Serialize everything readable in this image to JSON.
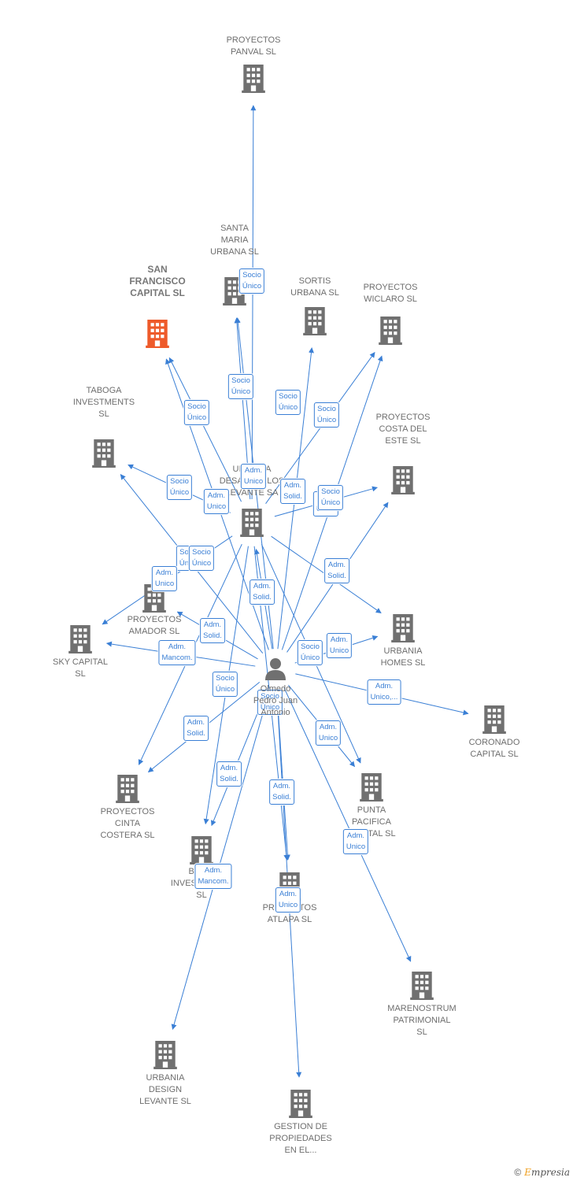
{
  "person": {
    "name": "Olmedo Pedro Juan Antonio",
    "label_lines": [
      "Olmedo",
      "Pedro Juan",
      "Antonio"
    ]
  },
  "nodes": [
    {
      "id": "panval",
      "lines": [
        "PROYECTOS",
        "PANVAL  SL"
      ],
      "color": "#707070"
    },
    {
      "id": "santa_maria",
      "lines": [
        "SANTA",
        "MARIA",
        "URBANA SL"
      ],
      "color": "#707070"
    },
    {
      "id": "san_francisco",
      "lines": [
        "SAN",
        "FRANCISCO",
        "CAPITAL  SL"
      ],
      "color": "#ee5a2a",
      "highlight": true
    },
    {
      "id": "sortis",
      "lines": [
        "SORTIS",
        "URBANA  SL"
      ],
      "color": "#707070"
    },
    {
      "id": "wiclaro",
      "lines": [
        "PROYECTOS",
        "WICLARO  SL"
      ],
      "color": "#707070"
    },
    {
      "id": "taboga",
      "lines": [
        "TABOGA",
        "INVESTMENTS",
        "SL"
      ],
      "color": "#707070"
    },
    {
      "id": "costa_este",
      "lines": [
        "PROYECTOS",
        "COSTA DEL",
        "ESTE  SL"
      ],
      "color": "#707070"
    },
    {
      "id": "desarrollos",
      "lines": [
        "URBANIA",
        "DESARROLLOS",
        "LEVANTE SA"
      ],
      "color": "#707070"
    },
    {
      "id": "amador",
      "lines": [
        "PROYECTOS",
        "AMADOR  SL"
      ],
      "color": "#707070"
    },
    {
      "id": "sky",
      "lines": [
        "SKY CAPITAL",
        "SL"
      ],
      "color": "#707070"
    },
    {
      "id": "urbania_homes",
      "lines": [
        "URBANIA",
        "HOMES  SL"
      ],
      "color": "#707070"
    },
    {
      "id": "coronado",
      "lines": [
        "CORONADO",
        "CAPITAL  SL"
      ],
      "color": "#707070"
    },
    {
      "id": "cinta_costera",
      "lines": [
        "PROYECTOS",
        "CINTA",
        "COSTERA  SL"
      ],
      "color": "#707070"
    },
    {
      "id": "punta_pacifica",
      "lines": [
        "PUNTA",
        "PACIFICA",
        "CAPITAL  SL"
      ],
      "color": "#707070"
    },
    {
      "id": "investments",
      "lines": [
        "BAHIA",
        "INVESTMENTS",
        "SL"
      ],
      "color": "#707070"
    },
    {
      "id": "atlapa",
      "lines": [
        "PROYECTOS",
        "ATLAPA  SL"
      ],
      "color": "#707070"
    },
    {
      "id": "marenostrum",
      "lines": [
        "MARENOSTRUM",
        "PATRIMONIAL",
        "SL"
      ],
      "color": "#707070"
    },
    {
      "id": "urbania_design",
      "lines": [
        "URBANIA",
        "DESIGN",
        "LEVANTE  SL"
      ],
      "color": "#707070"
    },
    {
      "id": "gestion",
      "lines": [
        "GESTION DE",
        "PROPIEDADES",
        "EN EL..."
      ],
      "color": "#707070"
    }
  ],
  "edge_labels": [
    {
      "lines": [
        "Socio",
        "Único"
      ]
    },
    {
      "lines": [
        "Socio",
        "Único"
      ]
    },
    {
      "lines": [
        "Socio",
        "Único"
      ]
    },
    {
      "lines": [
        "Socio",
        "Único"
      ]
    },
    {
      "lines": [
        "Socio",
        "Único"
      ]
    },
    {
      "lines": [
        "Socio",
        "Único"
      ]
    },
    {
      "lines": [
        "Adm.",
        "Unico"
      ]
    },
    {
      "lines": [
        "Adm.",
        "Unico"
      ]
    },
    {
      "lines": [
        "Adm.",
        "Solid."
      ]
    },
    {
      "lines": [
        "Adm.",
        "Unico"
      ]
    },
    {
      "lines": [
        "Socio",
        "Único"
      ]
    },
    {
      "lines": [
        "Adm.",
        "Solid."
      ]
    },
    {
      "lines": [
        "Socio",
        "Único"
      ]
    },
    {
      "lines": [
        "Socio",
        "Único"
      ]
    },
    {
      "lines": [
        "Adm.",
        "Unico"
      ]
    },
    {
      "lines": [
        "Adm.",
        "Solid."
      ]
    },
    {
      "lines": [
        "Adm.",
        "Solid."
      ]
    },
    {
      "lines": [
        "Adm.",
        "Mancom."
      ]
    },
    {
      "lines": [
        "Adm.",
        "Unico"
      ]
    },
    {
      "lines": [
        "Socio",
        "Único"
      ]
    },
    {
      "lines": [
        "Adm.",
        "Unico,..."
      ]
    },
    {
      "lines": [
        "Socio",
        "Único"
      ]
    },
    {
      "lines": [
        "Socio",
        "Único"
      ]
    },
    {
      "lines": [
        "Adm.",
        "Solid."
      ]
    },
    {
      "lines": [
        "Adm.",
        "Unico"
      ]
    },
    {
      "lines": [
        "Adm.",
        "Solid."
      ]
    },
    {
      "lines": [
        "Adm.",
        "Solid."
      ]
    },
    {
      "lines": [
        "Adm.",
        "Unico"
      ]
    },
    {
      "lines": [
        "Adm.",
        "Mancom."
      ]
    },
    {
      "lines": [
        "Adm.",
        "Unico"
      ]
    }
  ],
  "footer": {
    "copyright": "©",
    "brand_first": "E",
    "brand_rest": "mpresia"
  },
  "colors": {
    "edge": "#3a7fd5",
    "node": "#707070",
    "highlight": "#ee5a2a"
  }
}
